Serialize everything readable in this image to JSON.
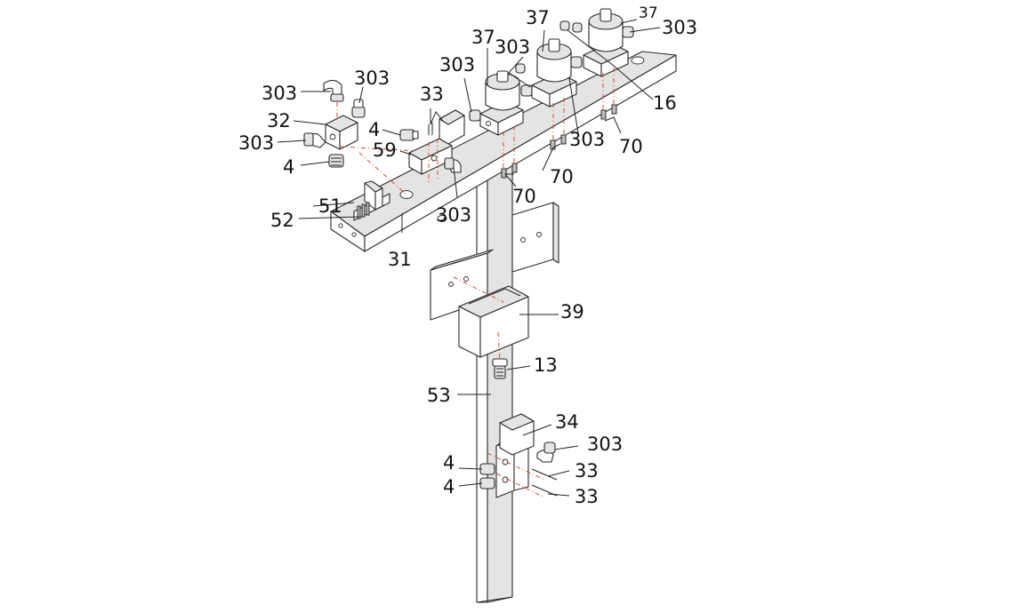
{
  "callouts": {
    "c303_a": "303",
    "c303_b": "303",
    "c303_c": "303",
    "c303_d": "303",
    "c303_e": "303",
    "c303_f": "303",
    "c303_g": "303",
    "c303_h": "303",
    "c303_i": "303",
    "c32": "32",
    "c4_a": "4",
    "c4_b": "4",
    "c4_c": "4",
    "c4_d": "4",
    "c33_a": "33",
    "c33_b": "33",
    "c33_c": "33",
    "c59": "59",
    "c51": "51",
    "c52": "52",
    "c31": "31",
    "c37_a": "37",
    "c37_b": "37",
    "c37_c": "37",
    "c16": "16",
    "c70_a": "70",
    "c70_b": "70",
    "c70_c": "70",
    "c39": "39",
    "c13": "13",
    "c53": "53",
    "c34": "34"
  }
}
